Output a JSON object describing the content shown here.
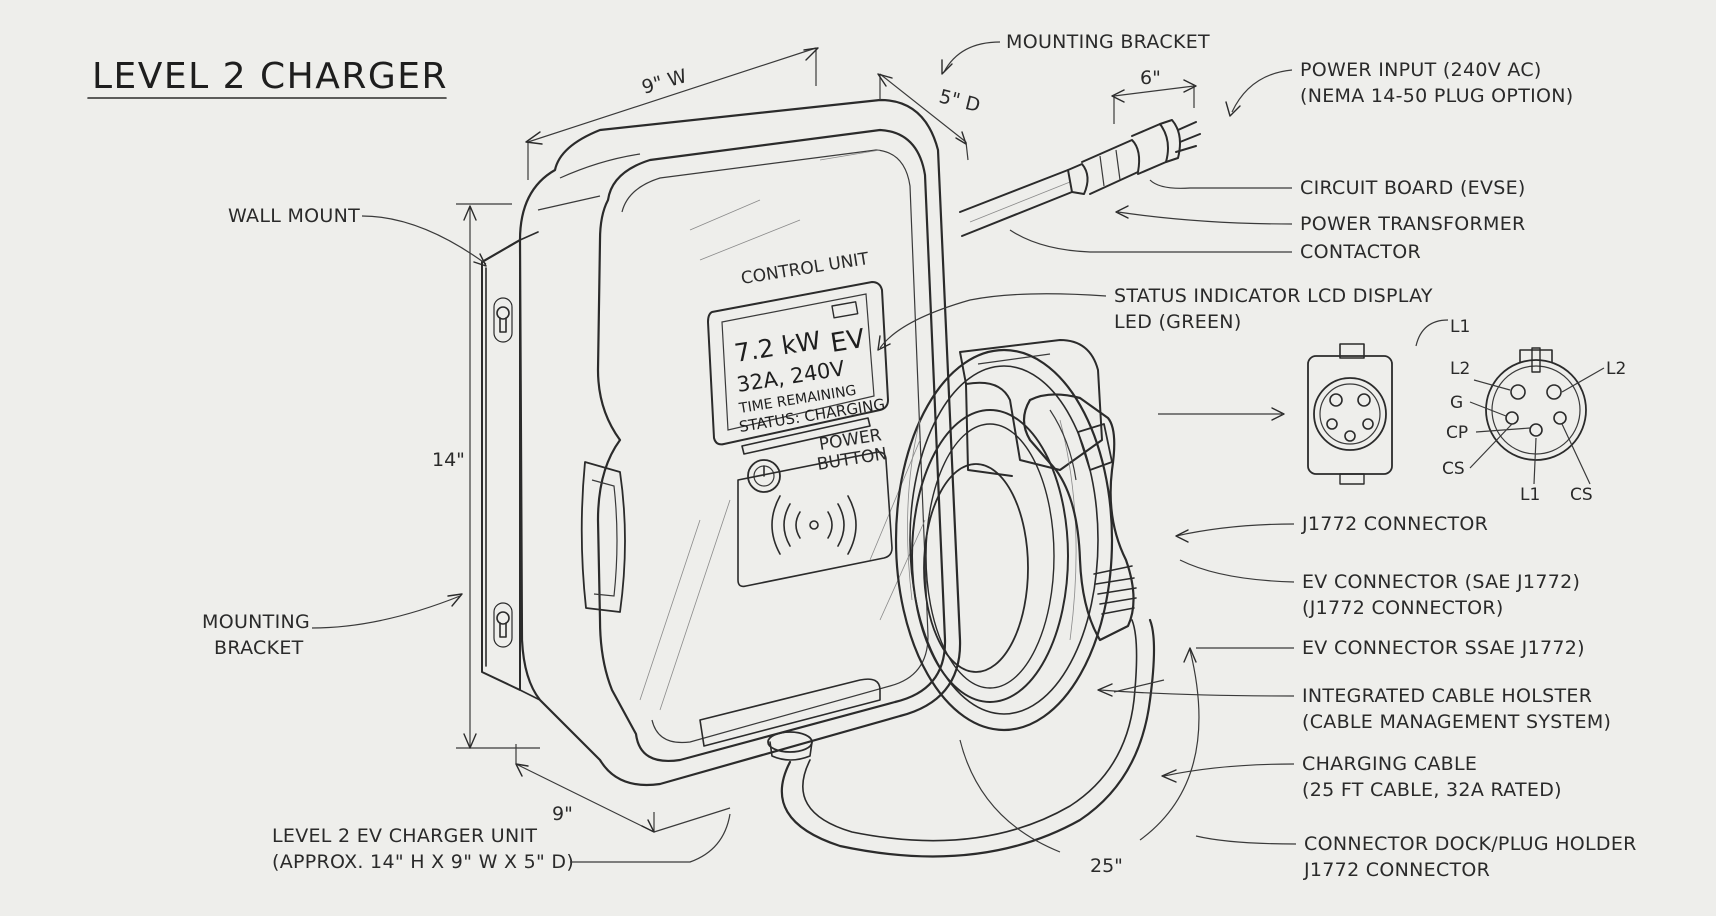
{
  "title": "LEVEL 2 CHARGER",
  "dimensions": {
    "width_top": "9\" W",
    "depth_top": "5\" D",
    "cord": "6\"",
    "height": "14\"",
    "width_bottom": "9\"",
    "cable": "25\""
  },
  "display": {
    "header": "CONTROL UNIT",
    "power": "7.2 kW",
    "ev_icon": "EV",
    "amps_volts": "32A, 240V",
    "time": "TIME REMAINING",
    "status": "STATUS: CHARGING",
    "power_button": [
      "POWER",
      "BUTTON"
    ]
  },
  "labels_left": {
    "wall_mount": "WALL MOUNT",
    "mounting_bracket": [
      "MOUNTING",
      "BRACKET"
    ],
    "unit": [
      "LEVEL 2 EV CHARGER UNIT",
      "(APPROX. 14\" H X 9\" W X 5\" D)"
    ]
  },
  "labels_top": {
    "mounting_bracket": "MOUNTING BRACKET",
    "power_input": [
      "POWER INPUT (240V AC)",
      "(NEMA 14-50 PLUG OPTION)"
    ]
  },
  "labels_right": {
    "circuit_board": "CIRCUIT BOARD (EVSE)",
    "transformer": "POWER TRANSFORMER",
    "contactor": "CONTACTOR",
    "status_led": [
      "STATUS INDICATOR LCD DISPLAY",
      "LED (GREEN)"
    ],
    "j1772": "J1772 CONNECTOR",
    "ev_connector": [
      "EV CONNECTOR (SAE J1772)",
      "(J1772 CONNECTOR)"
    ],
    "ev_connector_2": "EV CONNECTOR SSAE J1772)",
    "holster": [
      "INTEGRATED CABLE HOLSTER",
      "(CABLE MANAGEMENT SYSTEM)"
    ],
    "cable": [
      "CHARGING CABLE",
      "(25 FT CABLE, 32A RATED)"
    ],
    "dock": [
      "CONNECTOR DOCK/PLUG HOLDER",
      "J1772 CONNECTOR"
    ]
  },
  "pinout": {
    "l1_top": "L1",
    "l2_left": "L2",
    "l2_right": "L2",
    "g": "G",
    "cp": "CP",
    "cs_left": "CS",
    "l1_bottom": "L1",
    "cs_right": "CS"
  }
}
